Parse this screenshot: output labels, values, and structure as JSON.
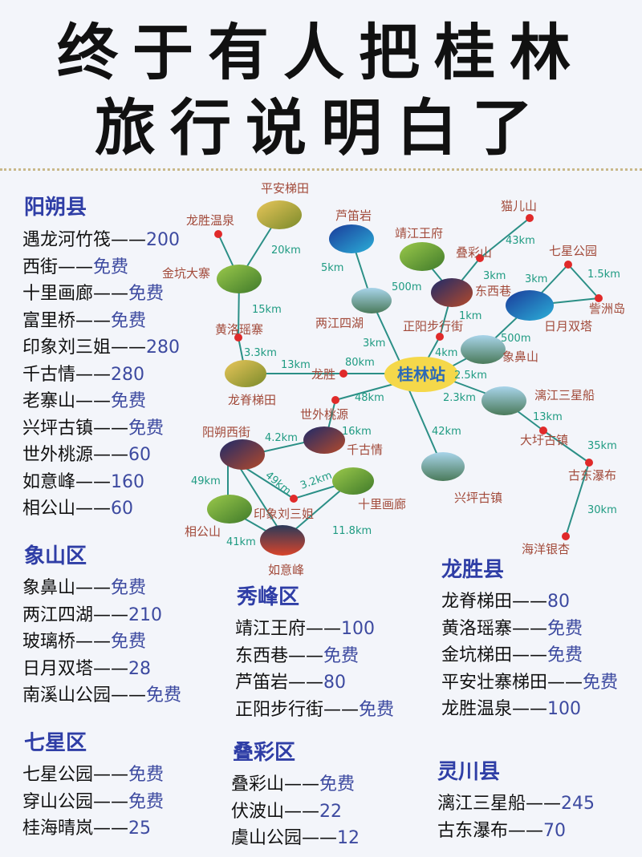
{
  "title": {
    "line1": "终于有人把桂林",
    "line2": "旅行说明白了"
  },
  "sections": {
    "yangshuo": {
      "title": "阳朔县",
      "items": [
        {
          "name": "遇龙河竹筏——",
          "price": "200"
        },
        {
          "name": "西街——",
          "price": "免费"
        },
        {
          "name": "十里画廊——",
          "price": "免费"
        },
        {
          "name": "富里桥——",
          "price": "免费"
        },
        {
          "name": "印象刘三姐——",
          "price": "280"
        },
        {
          "name": "千古情——",
          "price": "280"
        },
        {
          "name": "老寨山——",
          "price": "免费"
        },
        {
          "name": "兴坪古镇——",
          "price": "免费"
        },
        {
          "name": "世外桃源——",
          "price": "60"
        },
        {
          "name": "如意峰——",
          "price": "160"
        },
        {
          "name": "相公山——",
          "price": "60"
        }
      ]
    },
    "xiangshan": {
      "title": "象山区",
      "items": [
        {
          "name": "象鼻山——",
          "price": "免费"
        },
        {
          "name": "两江四湖——",
          "price": "210"
        },
        {
          "name": "玻璃桥——",
          "price": "免费"
        },
        {
          "name": "日月双塔——",
          "price": "28"
        },
        {
          "name": "南溪山公园——",
          "price": "免费"
        }
      ]
    },
    "qixing": {
      "title": "七星区",
      "items": [
        {
          "name": "七星公园——",
          "price": "免费"
        },
        {
          "name": "穿山公园——",
          "price": "免费"
        },
        {
          "name": "桂海晴岚——",
          "price": "25"
        }
      ]
    },
    "xiufeng": {
      "title": "秀峰区",
      "items": [
        {
          "name": "靖江王府——",
          "price": "100"
        },
        {
          "name": "东西巷——",
          "price": "免费"
        },
        {
          "name": "芦笛岩——",
          "price": "80"
        },
        {
          "name": "正阳步行街——",
          "price": "免费"
        }
      ]
    },
    "diecai": {
      "title": "叠彩区",
      "items": [
        {
          "name": "叠彩山——",
          "price": "免费"
        },
        {
          "name": "伏波山——",
          "price": "22"
        },
        {
          "name": "虞山公园——",
          "price": "12"
        }
      ]
    },
    "longsheng": {
      "title": "龙胜县",
      "items": [
        {
          "name": "龙脊梯田——",
          "price": "80"
        },
        {
          "name": "黄洛瑶寨——",
          "price": "免费"
        },
        {
          "name": "金坑梯田——",
          "price": "免费"
        },
        {
          "name": "平安壮寨梯田——",
          "price": "免费"
        },
        {
          "name": "龙胜温泉——",
          "price": "100"
        }
      ]
    },
    "lingchuan": {
      "title": "灵川县",
      "items": [
        {
          "name": "漓江三星船——",
          "price": "245"
        },
        {
          "name": "古东瀑布——",
          "price": "70"
        }
      ]
    }
  },
  "map": {
    "hub": "桂林站",
    "labels": {
      "pingan": "平安梯田",
      "longsheng_hs": "龙胜温泉",
      "jinkeng": "金坑大寨",
      "huangluo": "黄洛瑶寨",
      "longji": "龙脊梯田",
      "longsheng": "龙胜",
      "ludi": "芦笛岩",
      "jingjiang": "靖江王府",
      "diecai": "叠彩山",
      "maoer": "猫儿山",
      "dongxi": "东西巷",
      "qixing": "七星公园",
      "aizhou": "訾洲岛",
      "riyue": "日月双塔",
      "liangjiang": "两江四湖",
      "zhengyang": "正阳步行街",
      "xiangbi": "象鼻山",
      "lijiang": "漓江三星船",
      "daxu": "大圩古镇",
      "gudong": "古东瀑布",
      "haiyang": "海洋银杏",
      "xingping": "兴坪古镇",
      "shiwai": "世外桃源",
      "qiangu": "千古情",
      "xijie": "阳朔西街",
      "yinxiang": "印象刘三姐",
      "shili": "十里画廊",
      "xianggong": "相公山",
      "ruyi": "如意峰"
    },
    "distances": {
      "d1": "20km",
      "d2": "15km",
      "d3": "3.3km",
      "d4": "13km",
      "d5": "80km",
      "d6": "5km",
      "d7": "500m",
      "d8": "3km",
      "d9": "1km",
      "d10": "4km",
      "d11": "3km",
      "d12": "43km",
      "d13": "3km",
      "d14": "1.5km",
      "d15": "500m",
      "d16": "2.5km",
      "d17": "2.3km",
      "d18": "13km",
      "d19": "35km",
      "d20": "30km",
      "d21": "48km",
      "d22": "42km",
      "d23": "16km",
      "d24": "4.2km",
      "d25": "49km",
      "d26": "49km",
      "d27": "3.2km",
      "d28": "41km",
      "d29": "11.8km"
    }
  },
  "colors": {
    "accent": "#2f3ea6",
    "price": "#3d4aa0",
    "edge": "#2b8f86",
    "label": "#a24a3a",
    "distance": "#1f9b82",
    "hub": "#f5d84a"
  }
}
